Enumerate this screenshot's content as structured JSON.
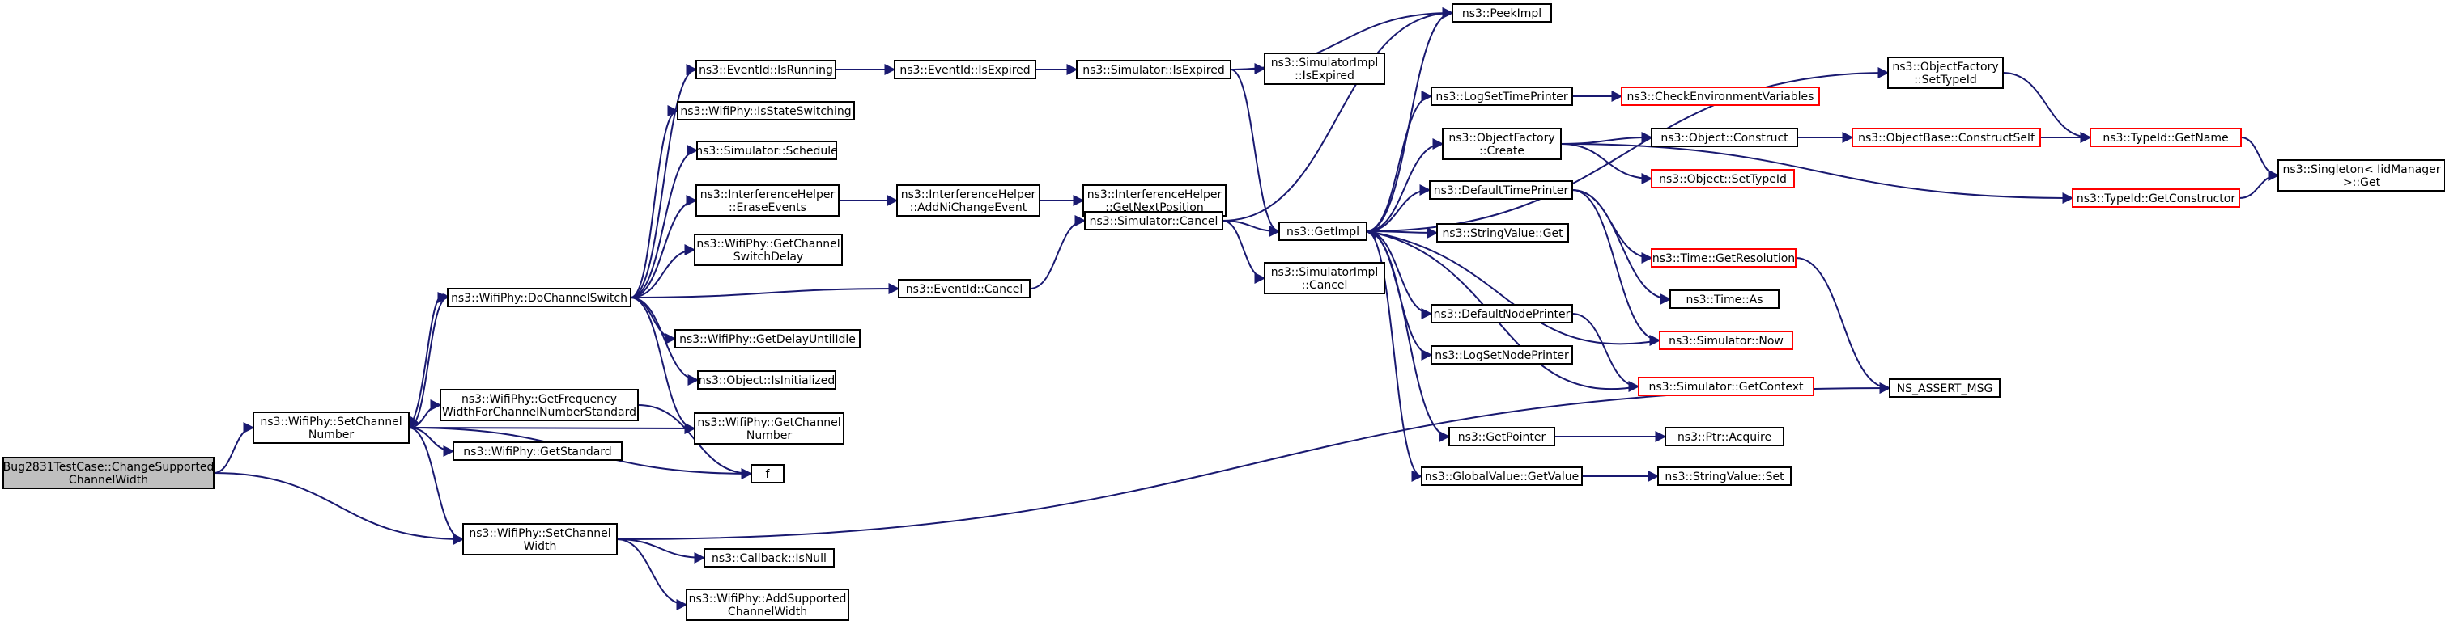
{
  "colors": {
    "edge": "#191970",
    "node_border": "#000000",
    "node_border_external": "#ff0000",
    "node_fill": "#ffffff",
    "root_fill": "#bfbfbf",
    "text": "#000000"
  },
  "nodes": [
    {
      "id": "root",
      "lines": [
        "Bug2831TestCase::ChangeSupported",
        "ChannelWidth"
      ],
      "style": "root"
    },
    {
      "id": "setChannelNumber",
      "lines": [
        "ns3::WifiPhy::SetChannel",
        "Number"
      ]
    },
    {
      "id": "setChannelWidth",
      "lines": [
        "ns3::WifiPhy::SetChannel",
        "Width"
      ]
    },
    {
      "id": "doChannelSwitch",
      "lines": [
        "ns3::WifiPhy::DoChannelSwitch"
      ]
    },
    {
      "id": "getFreqWidth",
      "lines": [
        "ns3::WifiPhy::GetFrequency",
        "WidthForChannelNumberStandard"
      ]
    },
    {
      "id": "getStandard",
      "lines": [
        "ns3::WifiPhy::GetStandard"
      ]
    },
    {
      "id": "f",
      "lines": [
        "f"
      ]
    },
    {
      "id": "callbackIsNull",
      "lines": [
        "ns3::Callback::IsNull"
      ]
    },
    {
      "id": "addSupportedWidth",
      "lines": [
        "ns3::WifiPhy::AddSupported",
        "ChannelWidth"
      ]
    },
    {
      "id": "eventIsRunning",
      "lines": [
        "ns3::EventId::IsRunning"
      ]
    },
    {
      "id": "isStateSwitching",
      "lines": [
        "ns3::WifiPhy::IsStateSwitching"
      ]
    },
    {
      "id": "simSchedule",
      "lines": [
        "ns3::Simulator::Schedule"
      ]
    },
    {
      "id": "eraseEvents",
      "lines": [
        "ns3::InterferenceHelper",
        "::EraseEvents"
      ]
    },
    {
      "id": "getChannelSwitchDelay",
      "lines": [
        "ns3::WifiPhy::GetChannel",
        "SwitchDelay"
      ]
    },
    {
      "id": "getDelayUntilIdle",
      "lines": [
        "ns3::WifiPhy::GetDelayUntilIdle"
      ]
    },
    {
      "id": "objIsInitialized",
      "lines": [
        "ns3::Object::IsInitialized"
      ]
    },
    {
      "id": "getChannelNumber",
      "lines": [
        "ns3::WifiPhy::GetChannel",
        "Number"
      ]
    },
    {
      "id": "eventIsExpired",
      "lines": [
        "ns3::EventId::IsExpired"
      ]
    },
    {
      "id": "addNiChangeEvent",
      "lines": [
        "ns3::InterferenceHelper",
        "::AddNiChangeEvent"
      ]
    },
    {
      "id": "eventCancel",
      "lines": [
        "ns3::EventId::Cancel"
      ]
    },
    {
      "id": "simIsExpired",
      "lines": [
        "ns3::Simulator::IsExpired"
      ]
    },
    {
      "id": "getNextPosition",
      "lines": [
        "ns3::InterferenceHelper",
        "::GetNextPosition"
      ]
    },
    {
      "id": "simCancel",
      "lines": [
        "ns3::Simulator::Cancel"
      ]
    },
    {
      "id": "simImplIsExpired",
      "lines": [
        "ns3::SimulatorImpl",
        "::IsExpired"
      ]
    },
    {
      "id": "getImpl",
      "lines": [
        "ns3::GetImpl"
      ]
    },
    {
      "id": "simImplCancel",
      "lines": [
        "ns3::SimulatorImpl",
        "::Cancel"
      ]
    },
    {
      "id": "peekImpl",
      "lines": [
        "ns3::PeekImpl"
      ]
    },
    {
      "id": "logSetTimePrinter",
      "lines": [
        "ns3::LogSetTimePrinter"
      ]
    },
    {
      "id": "objFactoryCreate",
      "lines": [
        "ns3::ObjectFactory",
        "::Create"
      ]
    },
    {
      "id": "defaultTimePrinter",
      "lines": [
        "ns3::DefaultTimePrinter"
      ]
    },
    {
      "id": "stringValueGet",
      "lines": [
        "ns3::StringValue::Get"
      ]
    },
    {
      "id": "defaultNodePrinter",
      "lines": [
        "ns3::DefaultNodePrinter"
      ]
    },
    {
      "id": "logSetNodePrinter",
      "lines": [
        "ns3::LogSetNodePrinter"
      ]
    },
    {
      "id": "getPointer",
      "lines": [
        "ns3::GetPointer"
      ]
    },
    {
      "id": "globalValueGetValue",
      "lines": [
        "ns3::GlobalValue::GetValue"
      ]
    },
    {
      "id": "checkEnvVars",
      "lines": [
        "ns3::CheckEnvironmentVariables"
      ],
      "style": "external"
    },
    {
      "id": "objectConstruct",
      "lines": [
        "ns3::Object::Construct"
      ]
    },
    {
      "id": "objectSetTypeId",
      "lines": [
        "ns3::Object::SetTypeId"
      ],
      "style": "external"
    },
    {
      "id": "timeGetResolution",
      "lines": [
        "ns3::Time::GetResolution"
      ],
      "style": "external"
    },
    {
      "id": "timeAs",
      "lines": [
        "ns3::Time::As"
      ]
    },
    {
      "id": "simNow",
      "lines": [
        "ns3::Simulator::Now"
      ],
      "style": "external"
    },
    {
      "id": "simGetContext",
      "lines": [
        "ns3::Simulator::GetContext"
      ],
      "style": "external"
    },
    {
      "id": "ptrAcquire",
      "lines": [
        "ns3::Ptr::Acquire"
      ]
    },
    {
      "id": "stringValueSet",
      "lines": [
        "ns3::StringValue::Set"
      ]
    },
    {
      "id": "objFactorySetTypeId",
      "lines": [
        "ns3::ObjectFactory",
        "::SetTypeId"
      ]
    },
    {
      "id": "objBaseConstructSelf",
      "lines": [
        "ns3::ObjectBase::ConstructSelf"
      ],
      "style": "external"
    },
    {
      "id": "typeIdGetName",
      "lines": [
        "ns3::TypeId::GetName"
      ],
      "style": "external"
    },
    {
      "id": "typeIdGetConstructor",
      "lines": [
        "ns3::TypeId::GetConstructor"
      ],
      "style": "external"
    },
    {
      "id": "nsAssertMsg",
      "lines": [
        "NS_ASSERT_MSG"
      ]
    },
    {
      "id": "singletonGet",
      "lines": [
        "ns3::Singleton< IidManager",
        " >::Get"
      ]
    }
  ],
  "edges": [
    [
      "root",
      "setChannelNumber"
    ],
    [
      "root",
      "setChannelWidth"
    ],
    [
      "setChannelNumber",
      "doChannelSwitch"
    ],
    [
      "setChannelNumber",
      "getFreqWidth"
    ],
    [
      "setChannelNumber",
      "getStandard"
    ],
    [
      "setChannelNumber",
      "f"
    ],
    [
      "setChannelNumber",
      "getChannelNumber"
    ],
    [
      "setChannelNumber",
      "setChannelWidth"
    ],
    [
      "getFreqWidth",
      "f"
    ],
    [
      "doChannelSwitch",
      "setChannelNumber"
    ],
    [
      "doChannelSwitch",
      "eventIsRunning"
    ],
    [
      "doChannelSwitch",
      "isStateSwitching"
    ],
    [
      "doChannelSwitch",
      "simSchedule"
    ],
    [
      "doChannelSwitch",
      "eraseEvents"
    ],
    [
      "doChannelSwitch",
      "getChannelSwitchDelay"
    ],
    [
      "doChannelSwitch",
      "getDelayUntilIdle"
    ],
    [
      "doChannelSwitch",
      "objIsInitialized"
    ],
    [
      "doChannelSwitch",
      "getChannelNumber"
    ],
    [
      "doChannelSwitch",
      "eventCancel"
    ],
    [
      "setChannelWidth",
      "callbackIsNull"
    ],
    [
      "setChannelWidth",
      "addSupportedWidth"
    ],
    [
      "setChannelWidth",
      "nsAssertMsg"
    ],
    [
      "eventIsRunning",
      "eventIsExpired"
    ],
    [
      "eventIsExpired",
      "simIsExpired"
    ],
    [
      "eraseEvents",
      "addNiChangeEvent"
    ],
    [
      "addNiChangeEvent",
      "getNextPosition"
    ],
    [
      "eventCancel",
      "simCancel"
    ],
    [
      "simIsExpired",
      "simImplIsExpired"
    ],
    [
      "simIsExpired",
      "getImpl"
    ],
    [
      "simIsExpired",
      "peekImpl"
    ],
    [
      "simCancel",
      "getImpl"
    ],
    [
      "simCancel",
      "simImplCancel"
    ],
    [
      "simCancel",
      "peekImpl"
    ],
    [
      "getImpl",
      "peekImpl"
    ],
    [
      "getImpl",
      "logSetTimePrinter"
    ],
    [
      "getImpl",
      "objFactoryCreate"
    ],
    [
      "getImpl",
      "defaultTimePrinter"
    ],
    [
      "getImpl",
      "stringValueGet"
    ],
    [
      "getImpl",
      "defaultNodePrinter"
    ],
    [
      "getImpl",
      "logSetNodePrinter"
    ],
    [
      "getImpl",
      "getPointer"
    ],
    [
      "getImpl",
      "globalValueGetValue"
    ],
    [
      "getImpl",
      "objFactorySetTypeId"
    ],
    [
      "logSetTimePrinter",
      "checkEnvVars"
    ],
    [
      "objFactoryCreate",
      "objectConstruct"
    ],
    [
      "objFactoryCreate",
      "objectSetTypeId"
    ],
    [
      "objFactoryCreate",
      "typeIdGetConstructor"
    ],
    [
      "objectConstruct",
      "objBaseConstructSelf"
    ],
    [
      "objBaseConstructSelf",
      "typeIdGetName"
    ],
    [
      "objFactorySetTypeId",
      "typeIdGetName"
    ],
    [
      "typeIdGetName",
      "singletonGet"
    ],
    [
      "typeIdGetConstructor",
      "singletonGet"
    ],
    [
      "defaultTimePrinter",
      "timeGetResolution"
    ],
    [
      "defaultTimePrinter",
      "timeAs"
    ],
    [
      "defaultTimePrinter",
      "simNow"
    ],
    [
      "timeGetResolution",
      "nsAssertMsg"
    ],
    [
      "simNow",
      "getImpl"
    ],
    [
      "defaultNodePrinter",
      "simGetContext"
    ],
    [
      "simGetContext",
      "getImpl"
    ],
    [
      "getPointer",
      "ptrAcquire"
    ],
    [
      "globalValueGetValue",
      "stringValueSet"
    ]
  ]
}
